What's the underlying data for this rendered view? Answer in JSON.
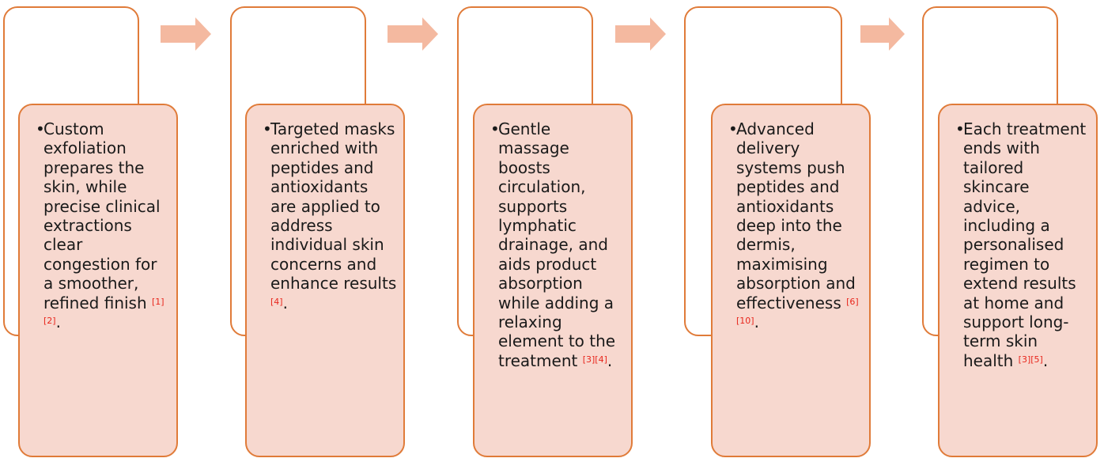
{
  "colors": {
    "outline": "#e07b39",
    "card_fill": "#f7d8cf",
    "arrow_fill": "#f4b9a0",
    "citation": "#e8261c"
  },
  "steps": [
    {
      "bullet": "•",
      "text": "Custom exfoliation prepares the skin, while precise clinical extractions clear congestion for a smoother, refined finish ",
      "citation": "[1][2]",
      "end": "."
    },
    {
      "bullet": "•",
      "text": "Targeted masks enriched with peptides and antioxidants are applied to address individual skin concerns and enhance results ",
      "citation": "[4]",
      "end": "."
    },
    {
      "bullet": "•",
      "text": "Gentle massage boosts circulation, supports lymphatic drainage, and aids product absorption while adding a relaxing element to the treatment ",
      "citation": "[3][4]",
      "end": "."
    },
    {
      "bullet": "•",
      "text": "Advanced delivery systems push peptides and antioxidants deep into the dermis, maximising absorption and effectiveness ",
      "citation": "[6][10]",
      "end": "."
    },
    {
      "bullet": "•",
      "text": "Each treatment ends with tailored skincare advice, including a personalised regimen to extend results at home and support long-term skin health ",
      "citation": "[3][5]",
      "end": "."
    }
  ],
  "arrows": [
    {
      "icon": "right-arrow-icon"
    },
    {
      "icon": "right-arrow-icon"
    },
    {
      "icon": "right-arrow-icon"
    },
    {
      "icon": "right-arrow-icon"
    }
  ]
}
